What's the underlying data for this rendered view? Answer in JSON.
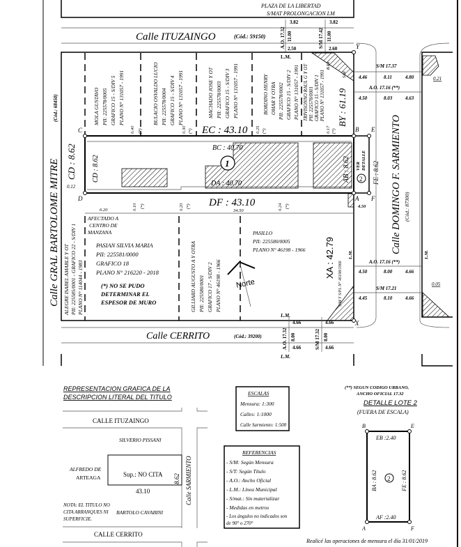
{
  "top": {
    "plaza": "PLAZA DE LA LIBERTAD",
    "prolongacion": "S/MAT PROLONGACION LM"
  },
  "streets": {
    "ituzaingo": "Calle ITUZAINGO",
    "ituzaingo_code": "(Cód.: 59150)",
    "mitre": "Calle GRAL BARTOLOME MITRE",
    "mitre_code": "(Cód.: 68450)",
    "sarmiento": "Calle DOMINGO F. SARMIENTO",
    "sarmiento_code": "(Cód.: 87300)",
    "cerrito": "Calle CERRITO",
    "cerrito_code": "(Cód.: 39200)"
  },
  "ituzaingo_dims": {
    "left_top": "3.82",
    "ao": "A.O. 17.32",
    "left_mid": "11.00",
    "left_bot": "2.50",
    "sm": "S/M 17.42",
    "right_top": "3.82",
    "right_mid": "11.00",
    "right_bot": "2.60",
    "lm": "L.M."
  },
  "cerrito_dims": {
    "lm_top": "L.M.",
    "left_top": "4.66",
    "ao": "A.O. 17.32",
    "left_mid": "8.00",
    "left_bot": "4.66",
    "sm": "S/M 17.32",
    "right_top": "4.66",
    "right_mid": "8.00",
    "right_bot": "4.66",
    "lm_bot": "L.M."
  },
  "sarmiento_dims": {
    "rows": [
      {
        "label": "S/M 17.37",
        "a": "4.46",
        "b": "8.11",
        "c": "4.80"
      },
      {
        "label": "A.O. 17.16 (**)",
        "a": "4.50",
        "b": "8.03",
        "c": "4.63"
      },
      {
        "label": "A.O. 17.16 (**)",
        "a": "4.50",
        "b": "8.00",
        "c": "4.66"
      },
      {
        "label": "S/M 17.21",
        "a": "4.45",
        "b": "8.10",
        "c": "4.66"
      }
    ],
    "offset_top": "0.21",
    "offset_bot": "0.05",
    "lm": "L.M.",
    "af_width": "4.50"
  },
  "neighbors_top": [
    {
      "lines": [
        "MOLA GUSTAVO",
        "PII: 225578/0005",
        "GRAFICO 15 - S/DIV 5",
        "PLANO N° 131057 - 1991"
      ],
      "offset": "0.40"
    },
    {
      "lines": [
        "BULACIO OSVALDO LUCIO",
        "PII: 225578/0004",
        "GRAFICO 15 - S/DIV 4",
        "PLANO N° 131057 - 1991"
      ],
      "offset": "0.30"
    },
    {
      "lines": [
        "MACHADO JOSE Y OT",
        "PII: 225578/0003",
        "GRAFICO 15 - S/DIV 3",
        "PLANO N° 131057 - 1991"
      ],
      "offset": "0.25"
    },
    {
      "lines": [
        "BORDINO HENRY",
        "OMAR Y OTRA",
        "PII: 225578/0002",
        "GRAFICO 15 - S/DIV 2",
        "PLANO N° 131057 - 1991"
      ],
      "offset": "0.17"
    },
    {
      "lines": [
        "TRIVISONNO RAUL G Y OT",
        "PII: 225578/0001",
        "GRAFICO 15 - S/DIV 1",
        "PLANO N° 131057 - 1991"
      ],
      "offset": "0.10"
    }
  ],
  "neighbors_bottom": [
    {
      "lines": [
        "ALEGRE ISABEL AMABLE Y OT",
        "PII: 225585/0001 - GRAFICO 22 - S/DIV 1",
        "PLANO N° 114044 - 1983"
      ]
    },
    {
      "lines": [
        "PASIAN SILVIA MARIA",
        "PII: 225581/0000",
        "GRAFICO 18",
        "PLANO N° 216220 - 2018"
      ]
    },
    {
      "lines": [
        "GILLIARD AUGUSTO A Y OTRA",
        "PII: 225580/0001",
        "GRAFICO 17 - S/DIV 2",
        "PLANO N° 46198 - 1966"
      ]
    },
    {
      "lines": [
        "PASILLO",
        "PII: 225580/0005",
        "PLANO N° 46198 - 1966"
      ]
    }
  ],
  "lot": {
    "ec": "EC : 43.10",
    "df": "DF : 43.10",
    "cd_outer": "CD : 8.62",
    "cd_inner": "CD : 8.62",
    "bc": "BC : 40.70",
    "da": "DA : 40.70",
    "ab": "AB : 8.62",
    "fe": "FE : 8.62",
    "by": "BY : 61.19",
    "by_suffix": "S/M",
    "xa": "XA : 42.79",
    "xa_note": "S/M Y S/PL N° 46198/1966",
    "lot1": "1",
    "lot2": "2",
    "ver_detalle": [
      "VER",
      "DETALLE"
    ],
    "offset_left": "0.12",
    "dim_620": "6.20",
    "dim_3450": "34.50",
    "bottom_offsets": [
      "0.10",
      "0.20",
      "0.24"
    ],
    "star": "(*)",
    "afectado": [
      "AFECTADO A",
      "CENTRO DE",
      "MANZANA"
    ],
    "no_se_pudo": [
      "(*) NO SE PUDO",
      "DETERMINAR EL",
      "ESPESOR DE MURO"
    ],
    "points": {
      "a": "A",
      "b": "B",
      "c": "C",
      "d": "D",
      "e": "E",
      "f": "F",
      "x": "X",
      "y": "Y"
    },
    "norte": "Norte"
  },
  "title_repr": [
    "REPRESENTACION GRAFICA DE LA",
    "DESCRIPCION LITERAL DEL TITULO"
  ],
  "repr": {
    "ituzaingo": "CALLE ITUZAINGO",
    "cerrito": "CALLE CERRITO",
    "sarmiento": "Calle SARMIENTO",
    "north": "SILVERIO PISSANI",
    "west": [
      "ALFREDO DE",
      "ARTEAGA"
    ],
    "south": "BARTOLO CAVABINI",
    "sup": "Sup.: NO CITA",
    "len": "43.10",
    "wid": "8.62",
    "nota": [
      "NOTA: EL TITULO NO",
      "CITA ARRANQUES NI",
      "SUPERFICIE."
    ]
  },
  "escalas": {
    "title": "ESCALAS",
    "rows": [
      "Mensura:  1:300",
      "Calles:      1:1000",
      "Calle Sarmiento: 1:500"
    ]
  },
  "referencias": {
    "title": "REFERENCIAS",
    "rows": [
      "- S/M: Según Mensura",
      "- S/T: Según Título",
      "- A.O.: Ancho Oficial",
      "- L.M.: Línea Municipal",
      "- S/mat.: Sin materializar",
      "- Medidas en metros",
      "- Los ángulos no indicados son",
      "  de 90° o 270°"
    ]
  },
  "codigo_note": [
    "(**) SEGUN CODIGO URBANO,",
    "ANCHO OFICIAL 17.32"
  ],
  "detalle": {
    "title": "DETALLE LOTE 2",
    "subtitle": "(FUERA DE ESCALA)",
    "eb": "EB :2.40",
    "af": "AF :2.40",
    "ba": "BA : 8.62",
    "fe": "FE : 8.62",
    "lot": "2",
    "b": "B",
    "e": "E",
    "a": "A",
    "f": "F"
  },
  "footer": "Realicé las operaciones de mensura el día 31/01/2019"
}
